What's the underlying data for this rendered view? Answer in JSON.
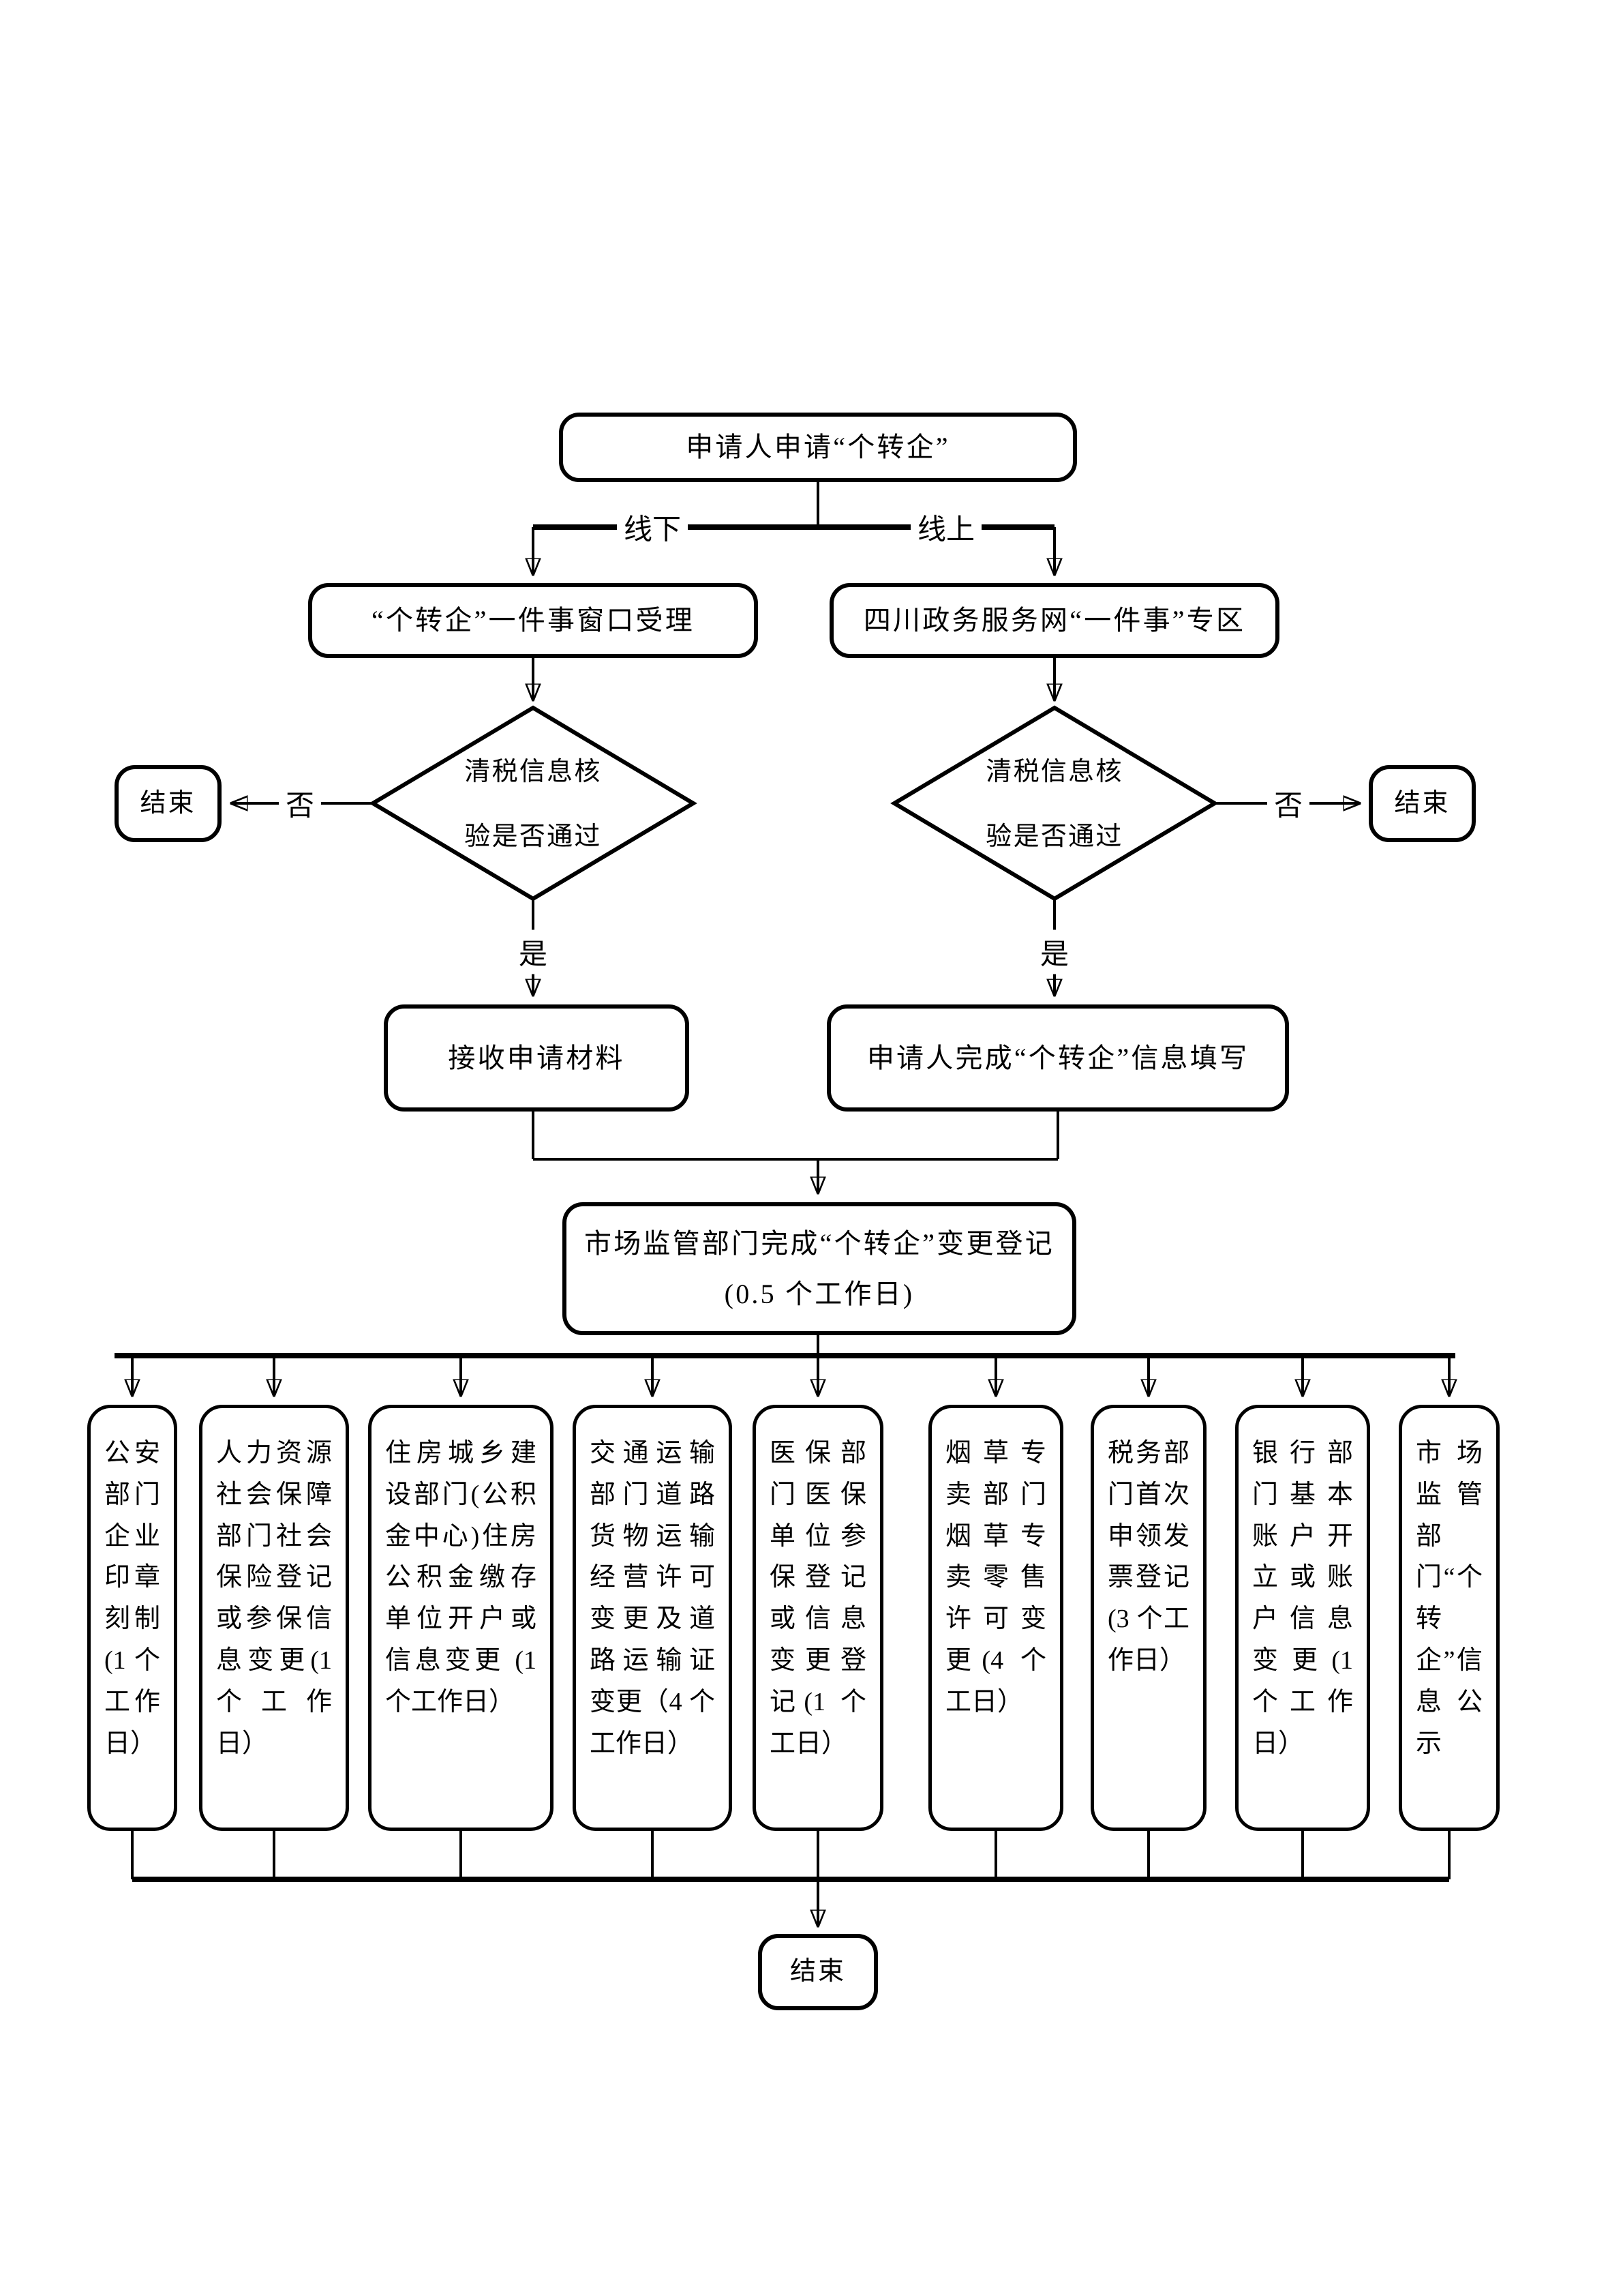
{
  "page": {
    "background": "#ffffff",
    "line_color": "#000000"
  },
  "flow": {
    "nodes": {
      "start": "申请人申请“个转企”",
      "offline_intake": "“个转企”一件事窗口受理",
      "online_portal": "四川政务服务网“一件事”专区",
      "decision": "清税信息核\n验是否通过",
      "receive_materials": "接收申请材料",
      "fill_info": "申请人完成“个转企”信息填写",
      "registration_line1": "市场监管部门完成“个转企”变更登记",
      "registration_line2": "(0.5 个工作日)"
    },
    "labels": {
      "offline": "线下",
      "online": "线上",
      "no": "否",
      "yes": "是",
      "end": "结束"
    },
    "tasks": [
      "公安部门企业印章刻制(1 个工作日）",
      "人力资源社会保障部门社会保险登记或参保信息变更(1 个工作日）",
      "住房城乡建设部门(公积金中心)住房公积金缴存单位开户或信息变更 (1 个工作日）",
      "交通运输部门道路货物运输经营许可变更及道路运输证变更（4 个工作日）",
      "医保部门医保单位参保登记或信息变更登记(1 个工日）",
      "烟草专卖部门烟草专卖零售许可变更(4 个工日）",
      "税务部门首次申领发票登记(3 个工作日）",
      "银行部门基本账户开立或账户信息变更(1 个工作日）",
      "市场监管部门“个转企”信息公示"
    ]
  }
}
